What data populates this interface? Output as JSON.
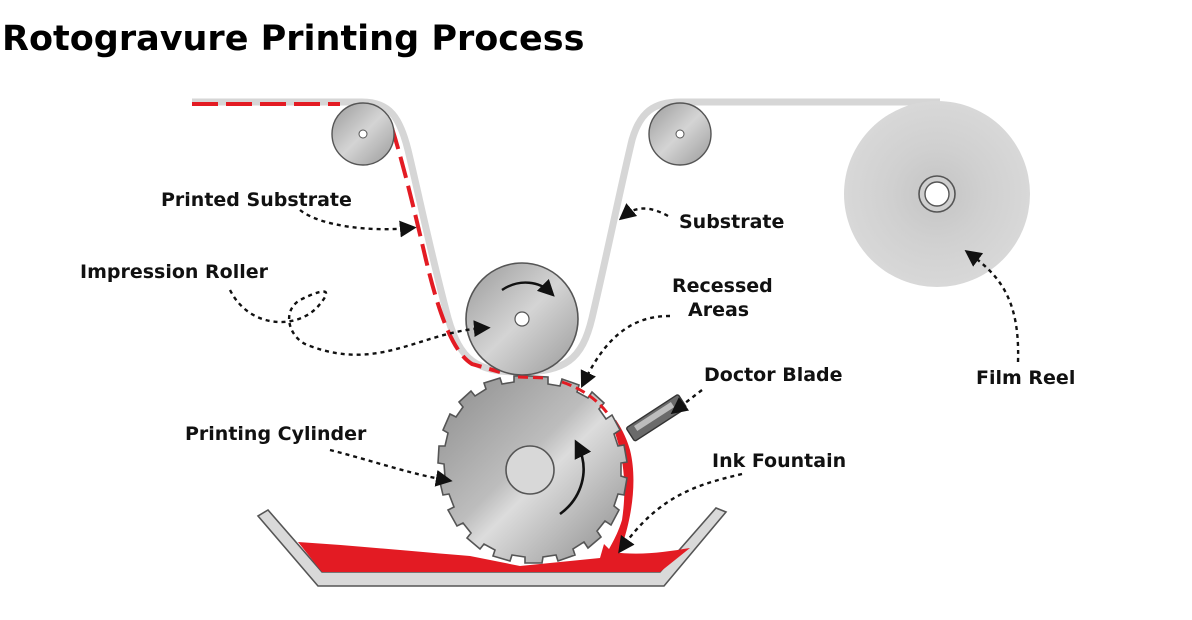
{
  "title": "Rotogravure Printing Process",
  "labels": {
    "printed_substrate": "Printed Substrate",
    "impression_roller": "Impression Roller",
    "substrate": "Substrate",
    "recessed_areas_line1": "Recessed",
    "recessed_areas_line2": "Areas",
    "doctor_blade": "Doctor Blade",
    "printing_cylinder": "Printing Cylinder",
    "ink_fountain": "Ink Fountain",
    "film_reel": "Film Reel"
  },
  "colors": {
    "ink": "#e31b23",
    "substrate": "#d6d6d6",
    "metal_dark": "#8a8a8a",
    "metal_light": "#e8e8e8",
    "tray": "#d9d9d9"
  }
}
